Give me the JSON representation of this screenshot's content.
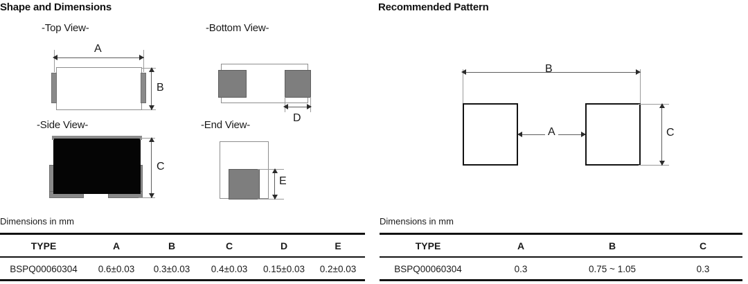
{
  "left_panel": {
    "title": "Shape and Dimensions",
    "views": {
      "top": "-Top View-",
      "bottom": "-Bottom View-",
      "side": "-Side View-",
      "end": "-End View-"
    },
    "dimension_letters": {
      "a": "A",
      "b": "B",
      "c": "C",
      "d": "D",
      "e": "E"
    },
    "units_note": "Dimensions in mm",
    "table": {
      "headers": [
        "TYPE",
        "A",
        "B",
        "C",
        "D",
        "E"
      ],
      "rows": [
        [
          "BSPQ00060304",
          "0.6±0.03",
          "0.3±0.03",
          "0.4±0.03",
          "0.15±0.03",
          "0.2±0.03"
        ]
      ]
    }
  },
  "right_panel": {
    "title": "Recommended Pattern",
    "dimension_letters": {
      "a": "A",
      "b": "B",
      "c": "C"
    },
    "units_note": "Dimensions in mm",
    "table": {
      "headers": [
        "TYPE",
        "A",
        "B",
        "C"
      ],
      "rows": [
        [
          "BSPQ00060304",
          "0.3",
          "0.75 ~ 1.05",
          "0.3"
        ]
      ]
    }
  },
  "colors": {
    "ink": "#121212",
    "terminal_gray": "#8a8a8a",
    "body_black": "#050505",
    "line": "#5c5c5c"
  }
}
